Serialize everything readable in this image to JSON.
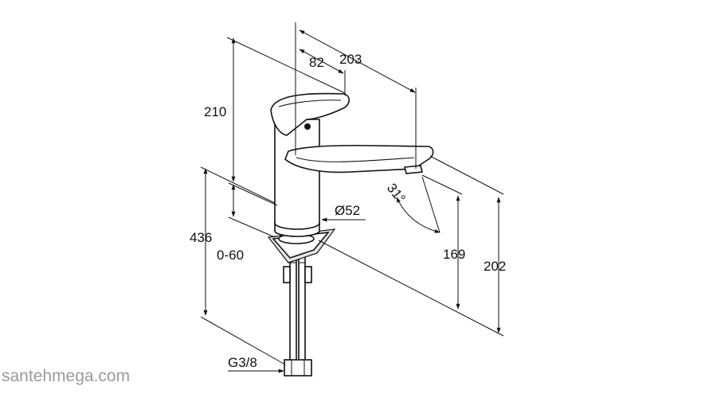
{
  "dimensions": {
    "overall_height": "210",
    "spout_reach": "203",
    "lever_offset": "82",
    "total_length": "436",
    "deck_thickness": "0-60",
    "base_diameter": "Ø52",
    "spout_angle": "31°",
    "outlet_height": "169",
    "spout_height": "202",
    "connection_thread": "G3/8"
  },
  "watermark": "santehmega.com"
}
